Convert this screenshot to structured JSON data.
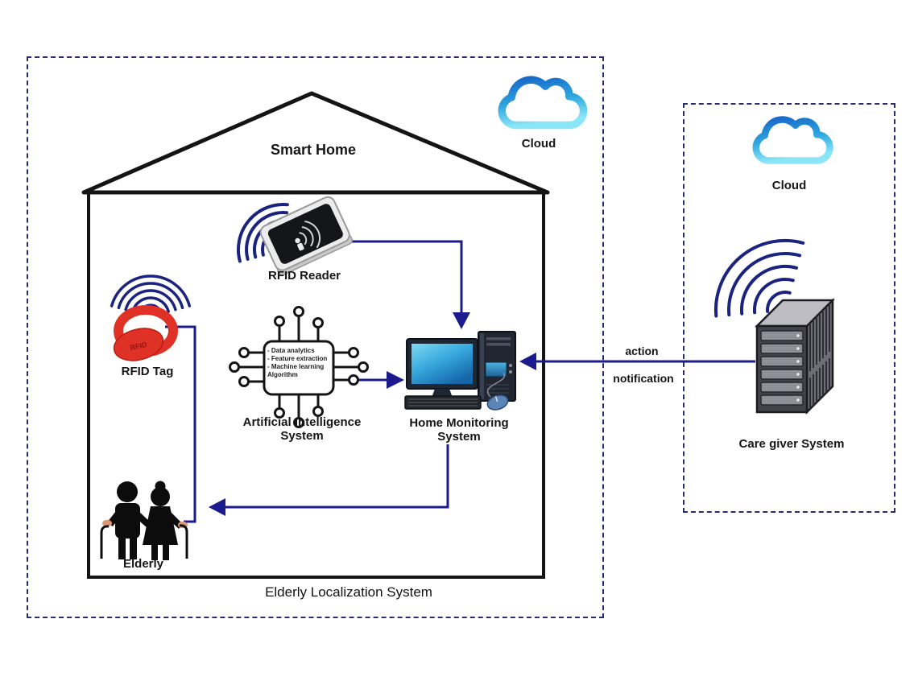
{
  "smart_home": {
    "label": "Smart Home"
  },
  "elderly_boundary": {
    "label": "Elderly Localization System"
  },
  "caregiver_boundary": {
    "label": "Care giver System"
  },
  "cloud_left": {
    "label": "Cloud"
  },
  "cloud_right": {
    "label": "Cloud"
  },
  "rfid_reader": {
    "label": "RFID Reader"
  },
  "rfid_tag": {
    "label": "RFID Tag",
    "tag_text": "RFID"
  },
  "ai_system": {
    "label_line1": "Artificial Intelligence",
    "label_line2": "System",
    "chip_lines": [
      "- Data analytics",
      "- Feature extraction",
      "- Machine learning",
      "Algorithm"
    ]
  },
  "home_monitoring": {
    "label_line1": "Home Monitoring",
    "label_line2": "System"
  },
  "elderly": {
    "label": "Elderly"
  },
  "links": {
    "action": "action",
    "notification": "notification"
  },
  "colors": {
    "line": "#1b1b8e",
    "dashed_border": "#2b2b72",
    "wave": "#1a2380",
    "tag_red": "#e03127",
    "cloud_top": "#1567c8",
    "cloud_bottom": "#8ae6f6",
    "house_stroke": "#141414"
  }
}
